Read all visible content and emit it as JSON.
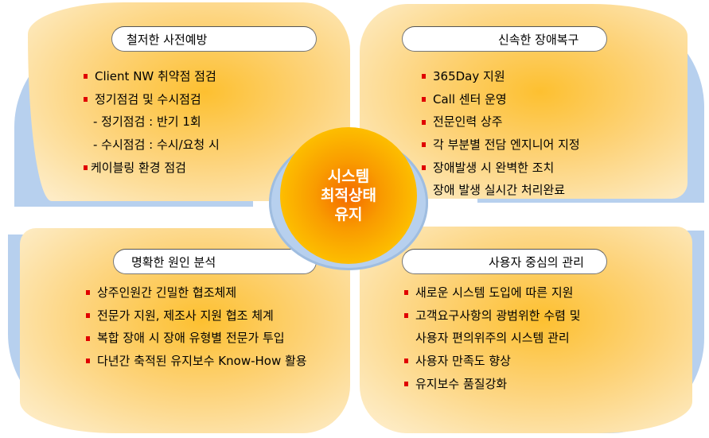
{
  "center": {
    "lines": [
      "시스템",
      "최적상태",
      "유지"
    ]
  },
  "panels": {
    "top_left": {
      "title": "철저한 사전예방",
      "items": [
        {
          "text": "Client NW 취약점 점검",
          "bullet": true
        },
        {
          "text": "정기점검 및 수시점검",
          "bullet": true
        },
        {
          "text": "- 정기점검 : 반기 1회",
          "bullet": false
        },
        {
          "text": "- 수시점검 : 수시/요청 시",
          "bullet": false
        },
        {
          "text": "케이블링 환경 점검",
          "bullet": true
        }
      ]
    },
    "top_right": {
      "title": "신속한 장애복구",
      "items": [
        {
          "text": "365Day 지원"
        },
        {
          "text": "Call 센터 운영"
        },
        {
          "text": "전문인력 상주"
        },
        {
          "text": "각 부분별 전담 엔지니어 지정"
        },
        {
          "text": "장애발생 시 완벽한 조치"
        },
        {
          "text": "장애 발생 실시간 처리완료"
        }
      ]
    },
    "bottom_left": {
      "title": "명확한 원인 분석",
      "items": [
        {
          "text": "상주인원간 긴밀한 협조체제"
        },
        {
          "text": "전문가 지원, 제조사 지원 협조 체계"
        },
        {
          "text": "복합 장애 시 장애 유형별 전문가 투입"
        },
        {
          "text": "다년간 축적된 유지보수 Know-How 활용"
        }
      ]
    },
    "bottom_right": {
      "title": "사용자 중심의 관리",
      "items": [
        {
          "text": "새로운 시스템 도입에 따른 지원",
          "bullet": true
        },
        {
          "text": "고객요구사항의 광범위한 수렴 및",
          "bullet": true
        },
        {
          "text": "사용자 편의위주의 시스템 관리",
          "bullet": false
        },
        {
          "text": "사용자 만족도 향상",
          "bullet": true
        },
        {
          "text": "유지보수 품질강화",
          "bullet": true
        }
      ]
    }
  }
}
